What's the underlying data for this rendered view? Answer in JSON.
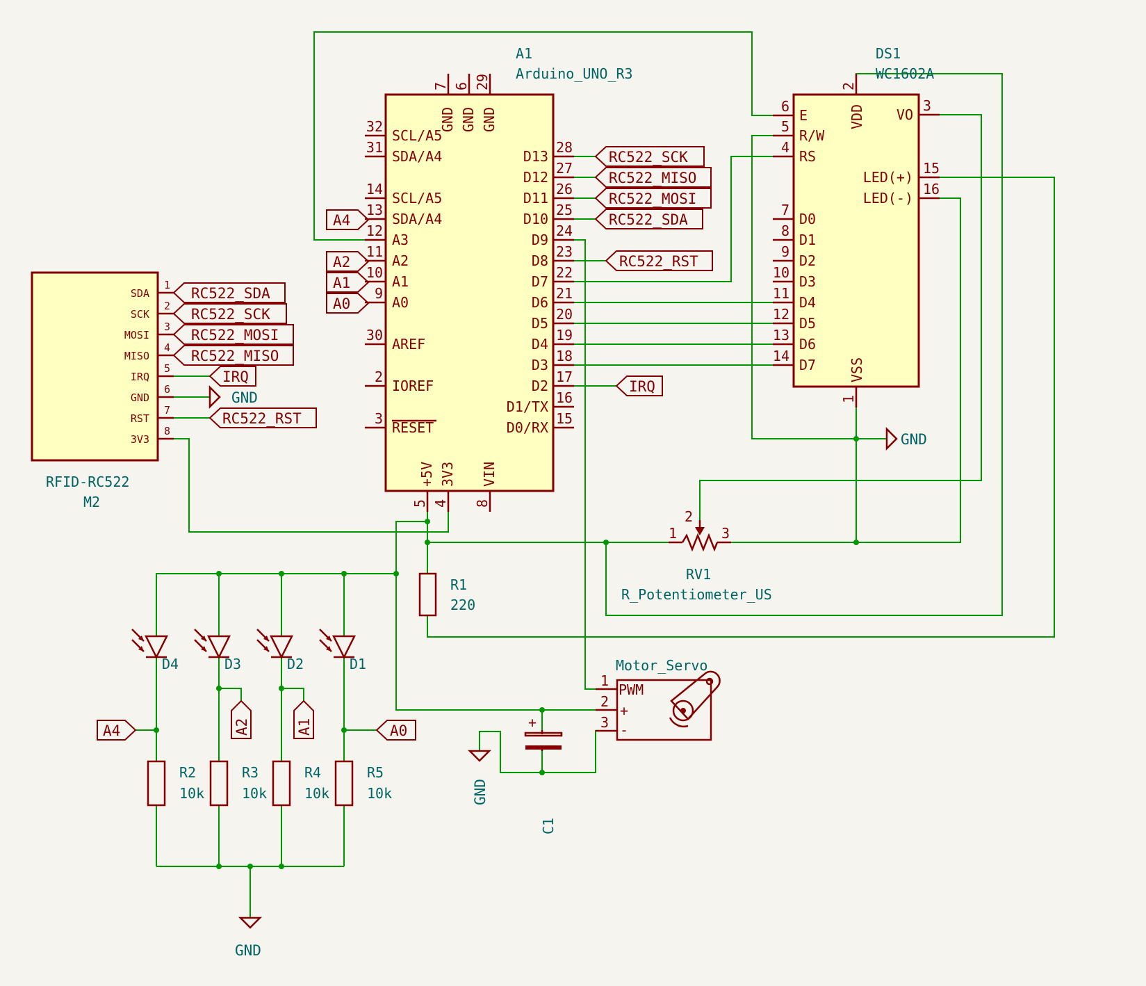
{
  "arduino": {
    "ref": "A1",
    "value": "Arduino_UNO_R3",
    "top_pins": [
      {
        "num": "7",
        "name": "GND"
      },
      {
        "num": "6",
        "name": "GND"
      },
      {
        "num": "29",
        "name": "GND"
      }
    ],
    "left_pins": [
      {
        "num": "32",
        "name": "SCL/A5"
      },
      {
        "num": "31",
        "name": "SDA/A4"
      },
      {
        "num": "14",
        "name": "SCL/A5"
      },
      {
        "num": "13",
        "name": "SDA/A4"
      },
      {
        "num": "12",
        "name": "A3"
      },
      {
        "num": "11",
        "name": "A2"
      },
      {
        "num": "10",
        "name": "A1"
      },
      {
        "num": "9",
        "name": "A0"
      },
      {
        "num": "30",
        "name": "AREF"
      },
      {
        "num": "2",
        "name": "IOREF"
      },
      {
        "num": "3",
        "name": "RESET"
      }
    ],
    "right_pins": [
      {
        "num": "28",
        "name": "D13"
      },
      {
        "num": "27",
        "name": "D12"
      },
      {
        "num": "26",
        "name": "D11"
      },
      {
        "num": "25",
        "name": "D10"
      },
      {
        "num": "24",
        "name": "D9"
      },
      {
        "num": "23",
        "name": "D8"
      },
      {
        "num": "22",
        "name": "D7"
      },
      {
        "num": "21",
        "name": "D6"
      },
      {
        "num": "20",
        "name": "D5"
      },
      {
        "num": "19",
        "name": "D4"
      },
      {
        "num": "18",
        "name": "D3"
      },
      {
        "num": "17",
        "name": "D2"
      },
      {
        "num": "16",
        "name": "D1/TX"
      },
      {
        "num": "15",
        "name": "D0/RX"
      }
    ],
    "bottom_pins": [
      {
        "num": "5",
        "name": "+5V"
      },
      {
        "num": "4",
        "name": "3V3"
      },
      {
        "num": "8",
        "name": "VIN"
      }
    ]
  },
  "lcd": {
    "ref": "DS1",
    "value": "WC1602A",
    "left_pins": [
      {
        "num": "6",
        "name": "E"
      },
      {
        "num": "5",
        "name": "R/W"
      },
      {
        "num": "4",
        "name": "RS"
      },
      {
        "num": "7",
        "name": "D0"
      },
      {
        "num": "8",
        "name": "D1"
      },
      {
        "num": "9",
        "name": "D2"
      },
      {
        "num": "10",
        "name": "D3"
      },
      {
        "num": "11",
        "name": "D4"
      },
      {
        "num": "12",
        "name": "D5"
      },
      {
        "num": "13",
        "name": "D6"
      },
      {
        "num": "14",
        "name": "D7"
      }
    ],
    "right_pins": [
      {
        "num": "3",
        "name": "VO"
      },
      {
        "num": "15",
        "name": "LED(+)"
      },
      {
        "num": "16",
        "name": "LED(-)"
      }
    ],
    "vdd": {
      "num": "2",
      "name": "VDD"
    },
    "vss": {
      "num": "1",
      "name": "VSS"
    }
  },
  "rfid": {
    "ref": "M2",
    "value": "RFID-RC522",
    "pins": [
      {
        "num": "1",
        "name": "SDA"
      },
      {
        "num": "2",
        "name": "SCK"
      },
      {
        "num": "3",
        "name": "MOSI"
      },
      {
        "num": "4",
        "name": "MISO"
      },
      {
        "num": "5",
        "name": "IRQ"
      },
      {
        "num": "6",
        "name": "GND"
      },
      {
        "num": "7",
        "name": "RST"
      },
      {
        "num": "8",
        "name": "3V3"
      }
    ]
  },
  "labels": {
    "rc522_sck": "RC522_SCK",
    "rc522_miso": "RC522_MISO",
    "rc522_mosi": "RC522_MOSI",
    "rc522_sda": "RC522_SDA",
    "rc522_rst": "RC522_RST",
    "irq": "IRQ",
    "a0": "A0",
    "a1": "A1",
    "a2": "A2",
    "a4": "A4"
  },
  "power": {
    "gnd": "GND"
  },
  "pot": {
    "ref": "RV1",
    "value": "R_Potentiometer_US",
    "pins": [
      "1",
      "2",
      "3"
    ]
  },
  "r1": {
    "ref": "R1",
    "value": "220"
  },
  "resistors": [
    {
      "ref": "R2",
      "value": "10k"
    },
    {
      "ref": "R3",
      "value": "10k"
    },
    {
      "ref": "R4",
      "value": "10k"
    },
    {
      "ref": "R5",
      "value": "10k"
    }
  ],
  "diodes": [
    "D4",
    "D3",
    "D2",
    "D1"
  ],
  "servo": {
    "value": "Motor_Servo",
    "pins": [
      {
        "num": "1",
        "name": "PWM"
      },
      {
        "num": "2",
        "name": "+"
      },
      {
        "num": "3",
        "name": "-"
      }
    ]
  },
  "cap": {
    "ref": "C1",
    "plus": "+"
  }
}
